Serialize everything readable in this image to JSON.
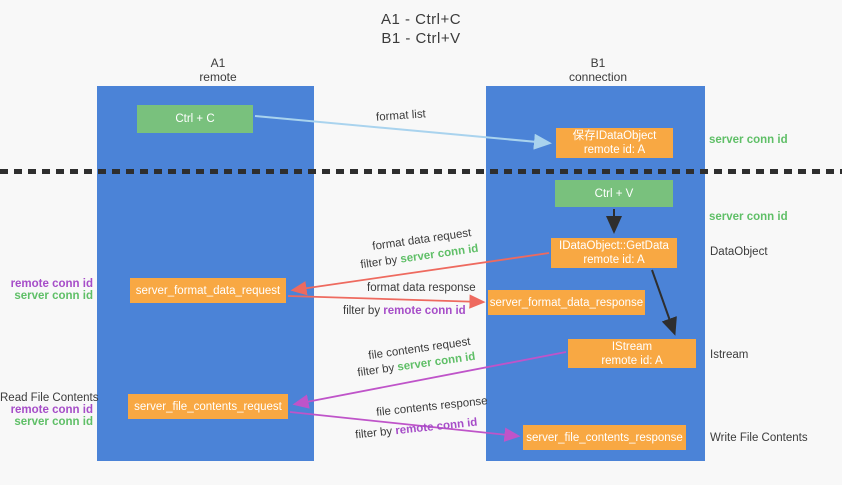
{
  "title": {
    "line1": "A1 - Ctrl+C",
    "line2": "B1 - Ctrl+V"
  },
  "columns": {
    "left": {
      "header_line1": "A1",
      "header_line2": "remote"
    },
    "right": {
      "header_line1": "B1",
      "header_line2": "connection"
    }
  },
  "boxes": {
    "ctrl_c": "Ctrl + C",
    "ctrl_v": "Ctrl + V",
    "save_dataobject_line1": "保存IDataObject",
    "save_dataobject_line2": "remote id: A",
    "getdata_line1": "IDataObject::GetData",
    "getdata_line2": "remote id: A",
    "istream_line1": "IStream",
    "istream_line2": "remote id: A",
    "format_request": "server_format_data_request",
    "format_response": "server_format_data_response",
    "file_request": "server_file_contents_request",
    "file_response": "server_file_contents_response"
  },
  "labels": {
    "format_list": "format list",
    "format_data_request": "format data request",
    "format_data_response": "format data response",
    "file_contents_request": "file contents request",
    "file_contents_response": "file contents response",
    "filter_by": "filter by ",
    "server_conn_id": "server conn id",
    "remote_conn_id": "remote conn id",
    "dataobject": "DataObject",
    "istream": "Istream",
    "read_file_contents": "Read File Contents",
    "write_file_contents": "Write File Contents"
  },
  "colors": {
    "column_blue": "#4b83d7",
    "box_green": "#79c17d",
    "box_orange": "#f8a843",
    "arrow_lightblue": "#a9d3ee",
    "arrow_black": "#2e2e2e",
    "arrow_red": "#ee6a5f",
    "arrow_magenta": "#bf54c9",
    "text_green": "#5fbf67",
    "text_purple": "#a64dc8"
  }
}
